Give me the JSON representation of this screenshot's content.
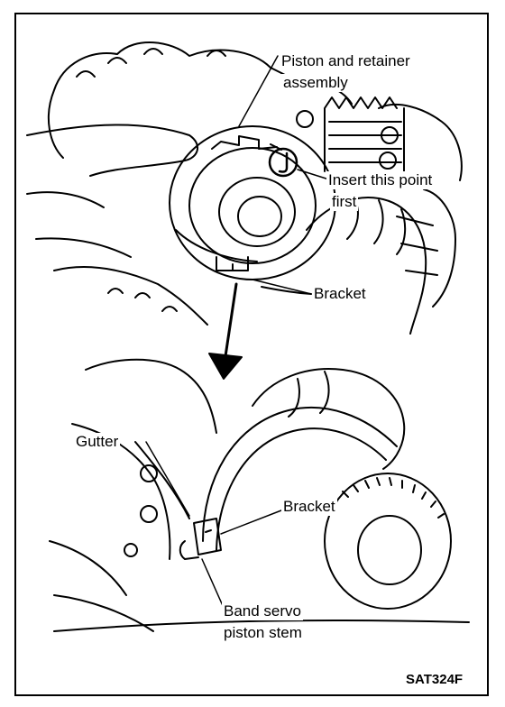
{
  "figure": {
    "labels": {
      "piston_line1": "Piston and retainer",
      "piston_line2": "assembly",
      "insert_line1": "Insert this point",
      "insert_line2": "first",
      "bracket_top": "Bracket",
      "gutter": "Gutter",
      "bracket_bottom": "Bracket",
      "band_line1": "Band servo",
      "band_line2": "piston stem"
    },
    "code": "SAT324F"
  },
  "colors": {
    "ink": "#000000",
    "paper": "#ffffff"
  },
  "icons": [
    "arrow-down-icon",
    "circled-point-marker"
  ]
}
